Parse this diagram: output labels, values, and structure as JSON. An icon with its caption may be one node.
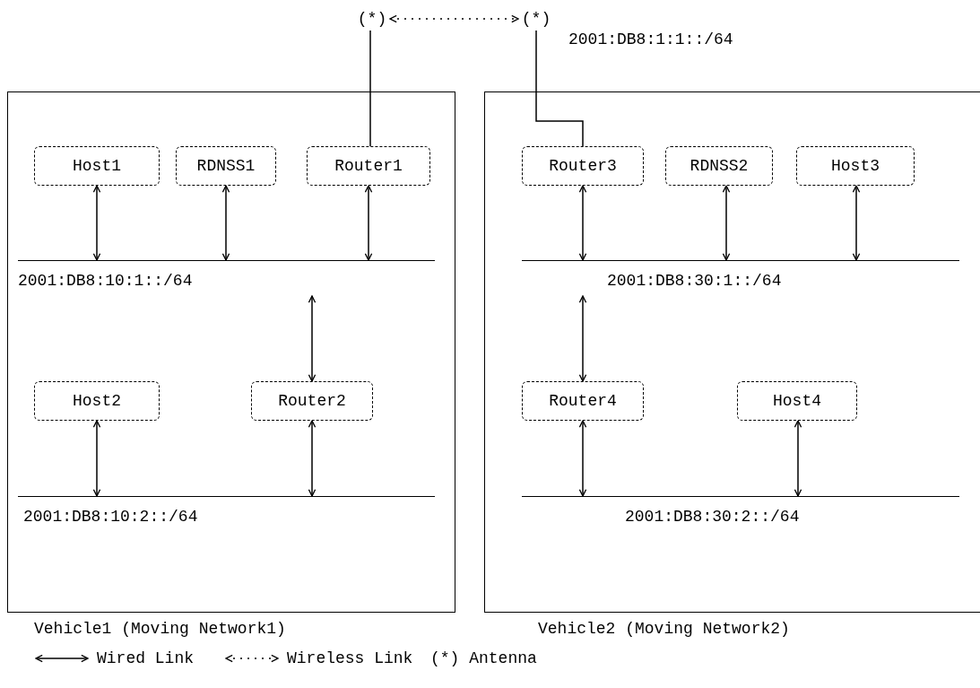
{
  "diagram": {
    "nodes": [
      {
        "text": [
          "Vehicle1 (Moving Network1)"
        ]
      },
      {
        "text": [
          "Host1"
        ],
        "in": 0
      },
      {
        "text": [
          "RDNSS1"
        ],
        "in": 0
      },
      {
        "text": [
          "Router1"
        ],
        "in": 0
      },
      {
        "text": [
          "2001:DB8:10:1::/64"
        ],
        "in": 0
      },
      {
        "text": [
          "Host2"
        ],
        "in": 0
      },
      {
        "text": [
          "Router2"
        ],
        "in": 0
      },
      {
        "text": [
          "2001:DB8:10:2::/64"
        ],
        "in": 0
      },
      {
        "text": [
          "Vehicle2 (Moving Network2)"
        ]
      },
      {
        "text": [
          "Router3"
        ],
        "in": 8
      },
      {
        "text": [
          "RDNSS2"
        ],
        "in": 8
      },
      {
        "text": [
          "Host3"
        ],
        "in": 8
      },
      {
        "text": [
          "2001:DB8:30:1::/64"
        ],
        "in": 8
      },
      {
        "text": [
          "Router4"
        ],
        "in": 8
      },
      {
        "text": [
          "Host4"
        ],
        "in": 8
      },
      {
        "text": [
          "2001:DB8:30:2::/64"
        ],
        "in": 8
      },
      {
        "text": [
          "(*)"
        ]
      },
      {
        "text": [
          "(*)"
        ]
      }
    ],
    "edges": [
      {
        "from": 16,
        "to": 17,
        "arrow": "both",
        "style": "dashed"
      },
      {
        "from": 16,
        "to": 3,
        "arrow": "none"
      },
      {
        "from": 17,
        "to": 9,
        "arrow": "none",
        "label": "2001:DB8:1:1::/64"
      },
      {
        "from": 1,
        "to": 4,
        "arrow": "both"
      },
      {
        "from": 2,
        "to": 4,
        "arrow": "both"
      },
      {
        "from": 3,
        "to": 4,
        "arrow": "both"
      },
      {
        "from": 4,
        "to": 6,
        "arrow": "both"
      },
      {
        "from": 5,
        "to": 7,
        "arrow": "both"
      },
      {
        "from": 6,
        "to": 7,
        "arrow": "both"
      },
      {
        "from": 9,
        "to": 12,
        "arrow": "both"
      },
      {
        "from": 10,
        "to": 12,
        "arrow": "both"
      },
      {
        "from": 11,
        "to": 12,
        "arrow": "both"
      },
      {
        "from": 12,
        "to": 13,
        "arrow": "both"
      },
      {
        "from": 13,
        "to": 15,
        "arrow": "both"
      },
      {
        "from": 14,
        "to": 15,
        "arrow": "both"
      }
    ],
    "legend": [
      {
        "text": "Wired Link"
      },
      {
        "text": "Wireless Link"
      },
      {
        "text": "(*) Antenna"
      }
    ]
  }
}
